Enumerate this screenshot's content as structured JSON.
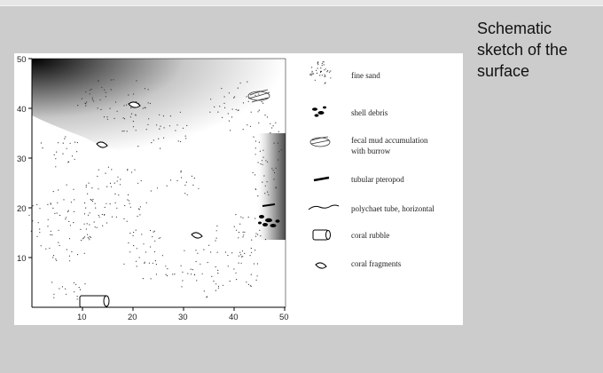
{
  "caption": "Schematic sketch of the surface",
  "map": {
    "x_ticks": [
      "10",
      "20",
      "30",
      "40",
      "50"
    ],
    "y_ticks": [
      "10",
      "20",
      "30",
      "40",
      "50"
    ]
  },
  "legend": {
    "fine_sand": "fine sand",
    "shell_debris": "shell debris",
    "fecal_mud_line1": "fecal mud accumulation",
    "fecal_mud_line2": "with burrow",
    "tubular_pteropod": "tubular pteropod",
    "polychaet_tube": "polychaet tube, horizontal",
    "coral_rubble": "coral rubble",
    "coral_fragments": "coral fragments"
  }
}
